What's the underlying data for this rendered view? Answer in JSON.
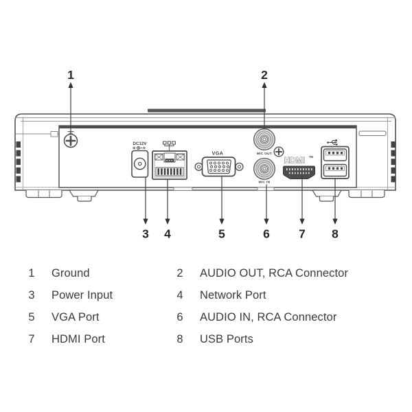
{
  "diagram": {
    "callouts_top": [
      {
        "num": "1"
      },
      {
        "num": "2"
      }
    ],
    "callouts_bottom": [
      {
        "num": "3"
      },
      {
        "num": "4"
      },
      {
        "num": "5"
      },
      {
        "num": "6"
      },
      {
        "num": "7"
      },
      {
        "num": "8"
      }
    ],
    "port_labels": {
      "power": "DC12V",
      "vga": "VGA",
      "audio_out": "MIC OUT",
      "audio_in": "MIC IN",
      "hdmi": "HDMI",
      "hdmi_tm": "TM"
    },
    "colors": {
      "line": "#4a4a4a",
      "dark_fill": "#4e4e4e",
      "text": "#3a3a3a"
    }
  },
  "legend": {
    "rows": [
      {
        "num": "1",
        "label": "Ground"
      },
      {
        "num": "2",
        "label": "AUDIO OUT, RCA Connector"
      },
      {
        "num": "3",
        "label": "Power Input"
      },
      {
        "num": "4",
        "label": "Network Port"
      },
      {
        "num": "5",
        "label": "VGA Port"
      },
      {
        "num": "6",
        "label": "AUDIO IN, RCA Connector"
      },
      {
        "num": "7",
        "label": "HDMI Port"
      },
      {
        "num": "8",
        "label": "USB Ports"
      }
    ]
  }
}
